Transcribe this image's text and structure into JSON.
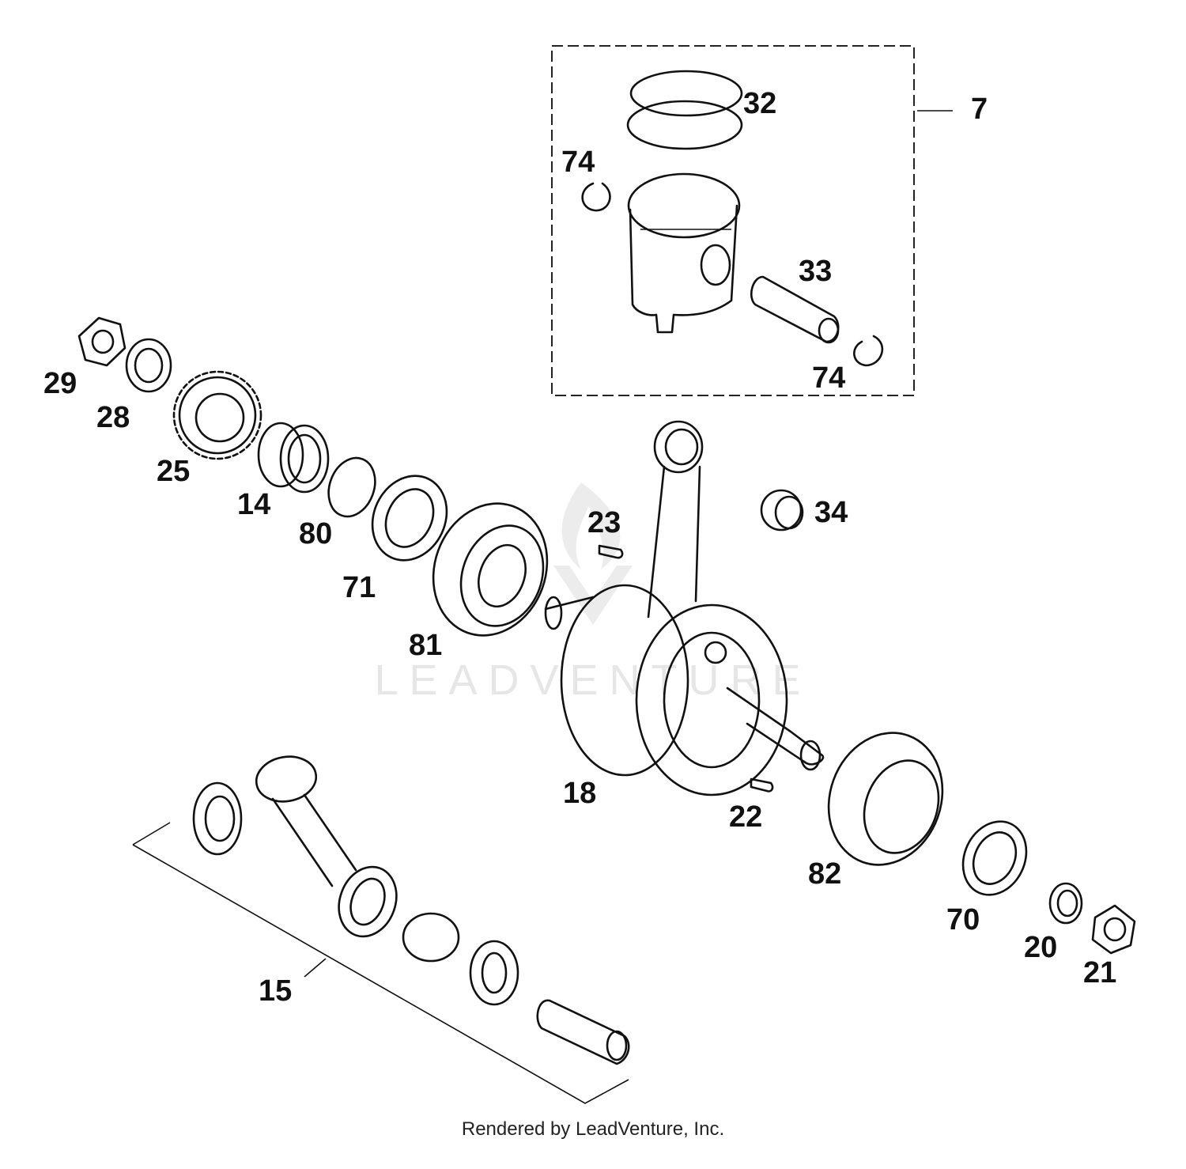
{
  "watermark": {
    "text": "LEADVENTURE"
  },
  "footer": {
    "text": "Rendered by LeadVenture, Inc."
  },
  "callouts": {
    "c7": "7",
    "c32": "32",
    "c74a": "74",
    "c33": "33",
    "c74b": "74",
    "c29": "29",
    "c28": "28",
    "c25": "25",
    "c14": "14",
    "c80": "80",
    "c71": "71",
    "c81": "81",
    "c23": "23",
    "c34": "34",
    "c18": "18",
    "c22": "22",
    "c82": "82",
    "c70": "70",
    "c20": "20",
    "c21": "21",
    "c15": "15"
  },
  "colors": {
    "ink": "#111111",
    "watermark": "#e6e6e6",
    "background": "#ffffff"
  }
}
